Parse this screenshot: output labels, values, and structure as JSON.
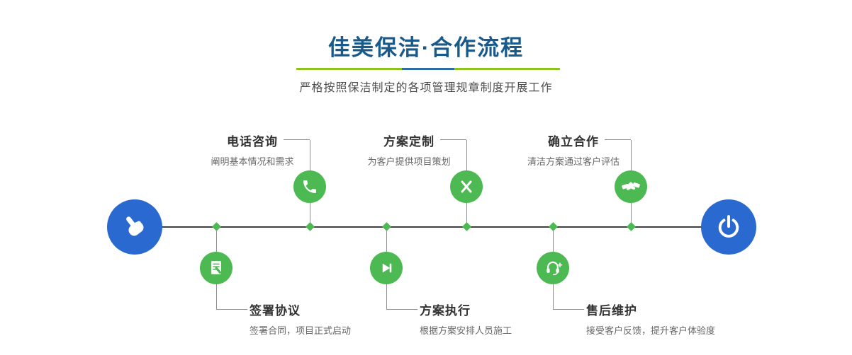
{
  "header": {
    "title": "佳美保洁·合作流程",
    "subtitle": "严格按照保洁制定的各项管理规章制度开展工作"
  },
  "timeline": {
    "start_icon": "pointer-hand-icon",
    "end_icon": "power-icon"
  },
  "steps_top": [
    {
      "label": "电话咨询",
      "desc": "阐明基本情况和需求",
      "icon": "phone-icon"
    },
    {
      "label": "方案定制",
      "desc": "为客户提供项目策划",
      "icon": "design-tools-icon"
    },
    {
      "label": "确立合作",
      "desc": "清洁方案通过客户评估",
      "icon": "handshake-icon"
    }
  ],
  "steps_bottom": [
    {
      "label": "签署协议",
      "desc": "签署合同，项目正式启动",
      "icon": "contract-icon"
    },
    {
      "label": "方案执行",
      "desc": "根据方案安排人员施工",
      "icon": "play-icon"
    },
    {
      "label": "售后维护",
      "desc": "接受客户反馈，提升客户体验度",
      "icon": "headset-icon"
    }
  ],
  "colors": {
    "title_blue": "#1a5a8b",
    "node_green": "#4cb952",
    "node_blue": "#2a6ad0",
    "divider_green": "#8fc320",
    "divider_blue": "#2e6da4",
    "timeline_dark": "#404040"
  }
}
